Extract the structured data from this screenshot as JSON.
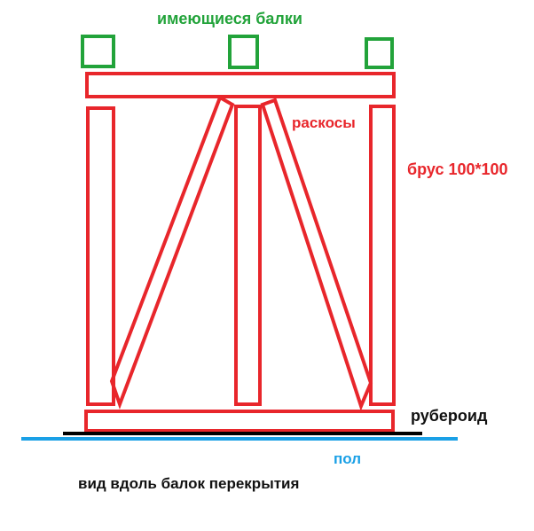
{
  "labels": {
    "existing_beams": "имеющиеся балки",
    "braces": "раскосы",
    "timber": "брус 100*100",
    "roofing_felt": "рубероид",
    "floor": "пол",
    "view_caption": "вид вдоль балок перекрытия"
  },
  "colors": {
    "green": "#22a33a",
    "red": "#e8262b",
    "blue": "#1aa0e6",
    "black": "#000000"
  }
}
